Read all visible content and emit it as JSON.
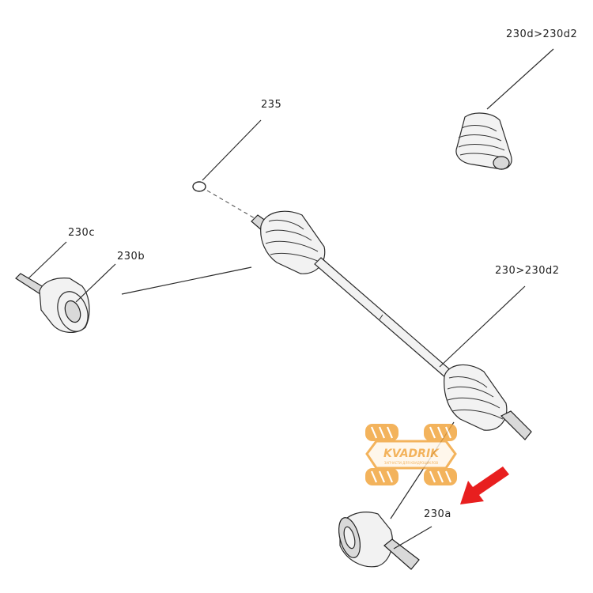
{
  "labels": {
    "boot_kit": "230d>230d2",
    "circlip": "235",
    "axle_kit": "230>230d2",
    "shaft_end": "230c",
    "outer_joint": "230b",
    "inner_joint": "230a"
  },
  "watermark": {
    "brand": "KVADRIK",
    "tagline": "ЗАПЧАСТИ ДЛЯ КВАДРОЦИКЛОВ"
  },
  "colors": {
    "line": "#2b2b2b",
    "arrow": "#e81f1f",
    "watermark": "#f2a640"
  }
}
